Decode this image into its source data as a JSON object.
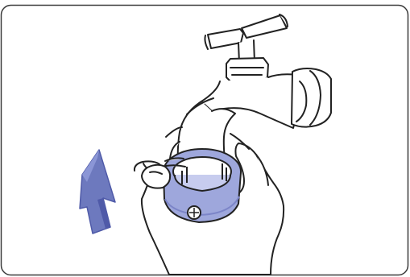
{
  "illustration": {
    "type": "installation-instruction",
    "subject": "tap-nozzle-adapter-ring",
    "action": "push-up",
    "colors": {
      "frame_border": "#3a3a3a",
      "line": "#222222",
      "background": "#ffffff",
      "adapter_fill": "#9ea7dc",
      "adapter_shadow": "#7c85c8",
      "arrow_fill": "#6d79be",
      "arrow_edge": "#4f5aa8",
      "skin_fill": "#ffffff"
    },
    "icons": [
      "faucet-icon",
      "hand-icon",
      "adapter-ring-icon",
      "up-arrow-icon"
    ]
  }
}
